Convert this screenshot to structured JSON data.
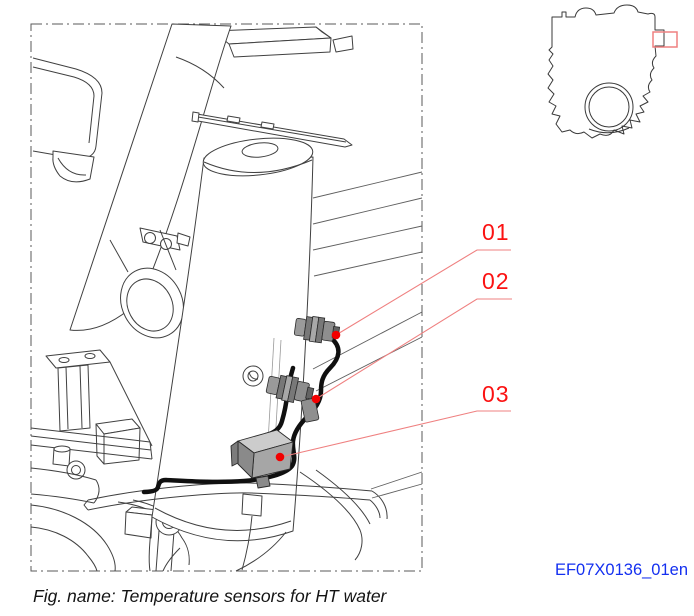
{
  "figure": {
    "caption": "Fig. name: Temperature sensors for HT water",
    "drawing_code": "EF07X0136_01en",
    "callouts": [
      {
        "id": "01"
      },
      {
        "id": "02"
      },
      {
        "id": "03"
      }
    ]
  },
  "colors": {
    "callout_red": "#fb1212",
    "leader_line_red": "#ef8080",
    "marker_dot_red": "#f20000",
    "drawing_code_blue": "#1430f0",
    "line_art_gray": "#404040"
  }
}
